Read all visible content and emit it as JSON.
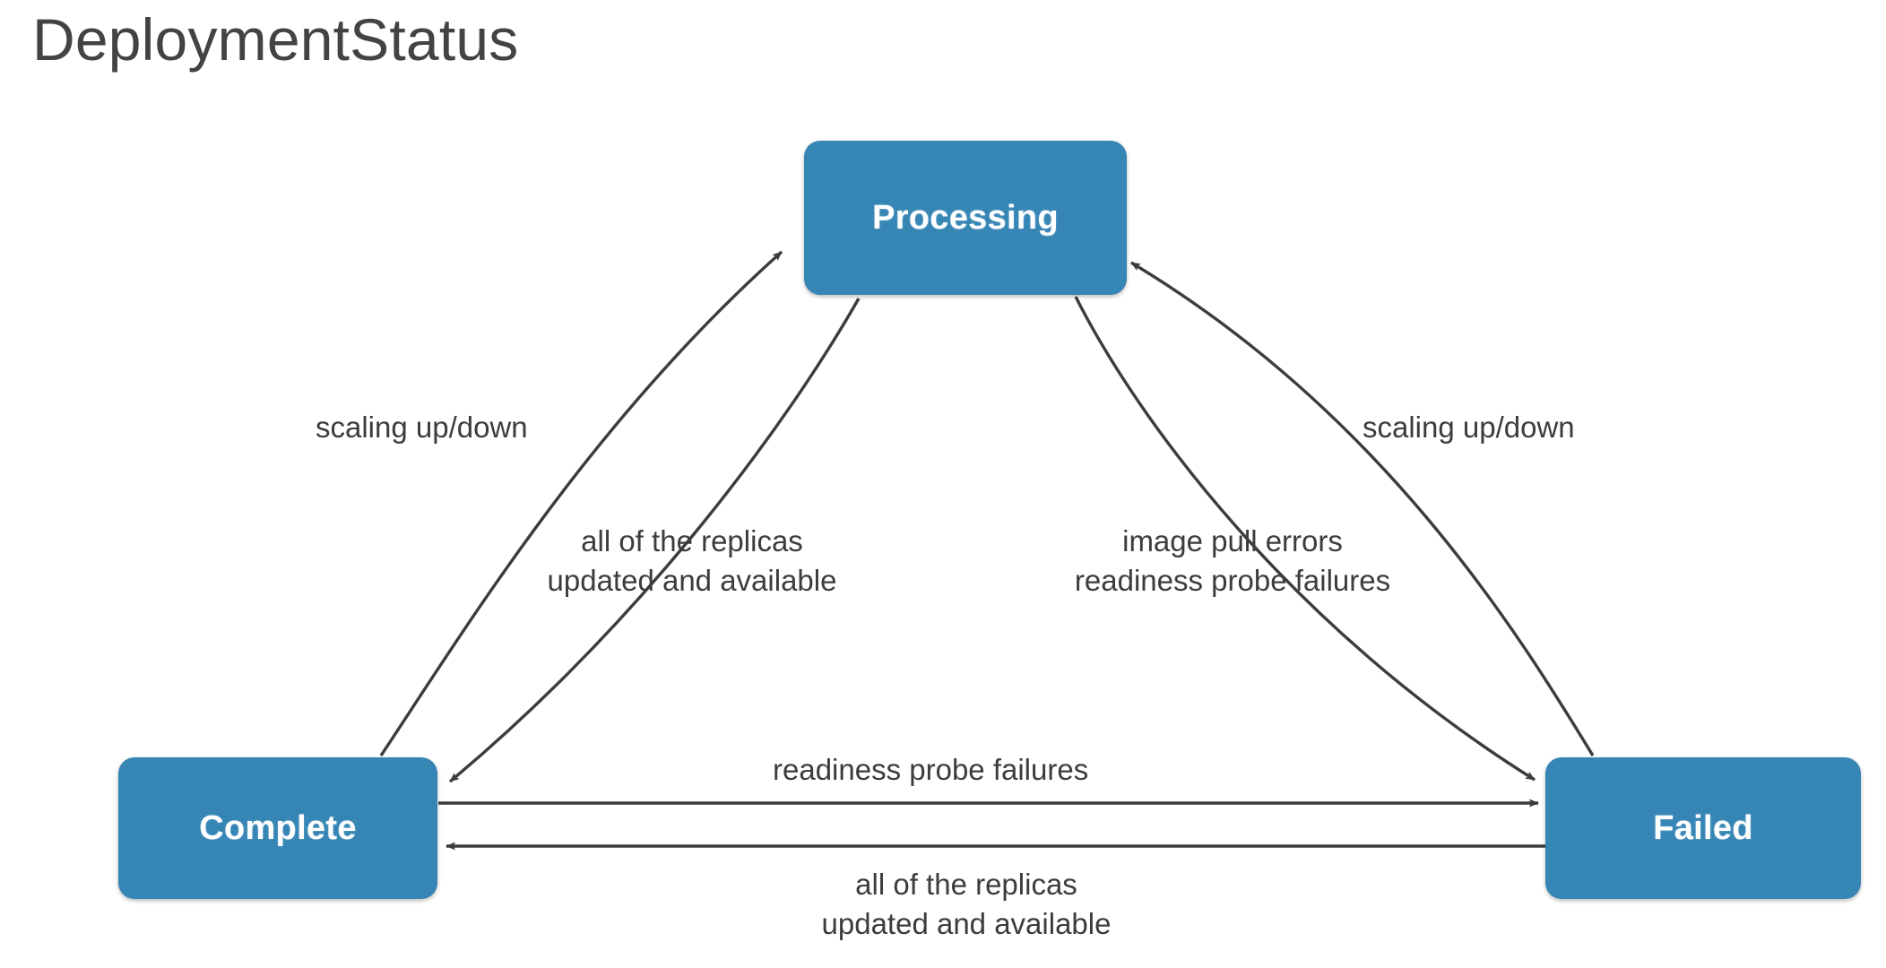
{
  "diagram": {
    "title": "DeploymentStatus",
    "type": "state-transition-diagram",
    "colors": {
      "node_fill": "#3585b5",
      "node_text": "#ffffff",
      "edge_stroke": "#3c3c3c",
      "label_text": "#3c3c3c",
      "title_text": "#434343",
      "background": "#ffffff"
    },
    "nodes": [
      {
        "id": "processing",
        "label": "Processing"
      },
      {
        "id": "complete",
        "label": "Complete"
      },
      {
        "id": "failed",
        "label": "Failed"
      }
    ],
    "edges": [
      {
        "id": "complete-to-processing",
        "from": "complete",
        "to": "processing",
        "label": "scaling up/down"
      },
      {
        "id": "processing-to-complete",
        "from": "processing",
        "to": "complete",
        "label": "all of the replicas\nupdated and available"
      },
      {
        "id": "failed-to-processing",
        "from": "failed",
        "to": "processing",
        "label": "scaling up/down"
      },
      {
        "id": "processing-to-failed",
        "from": "processing",
        "to": "failed",
        "label": "image pull errors\nreadiness probe failures"
      },
      {
        "id": "complete-to-failed",
        "from": "complete",
        "to": "failed",
        "label": "readiness probe failures"
      },
      {
        "id": "failed-to-complete",
        "from": "failed",
        "to": "complete",
        "label": "all of the replicas\nupdated and available"
      }
    ],
    "labels": {
      "scaling_left": "scaling up/down",
      "scaling_right": "scaling up/down",
      "replicas_left_line1": "all of the replicas",
      "replicas_left_line2": "updated and available",
      "errors_right_line1": "image pull errors",
      "errors_right_line2": "readiness probe failures",
      "readiness_middle": "readiness probe failures",
      "replicas_bottom_line1": "all of the replicas",
      "replicas_bottom_line2": "updated and available"
    }
  }
}
